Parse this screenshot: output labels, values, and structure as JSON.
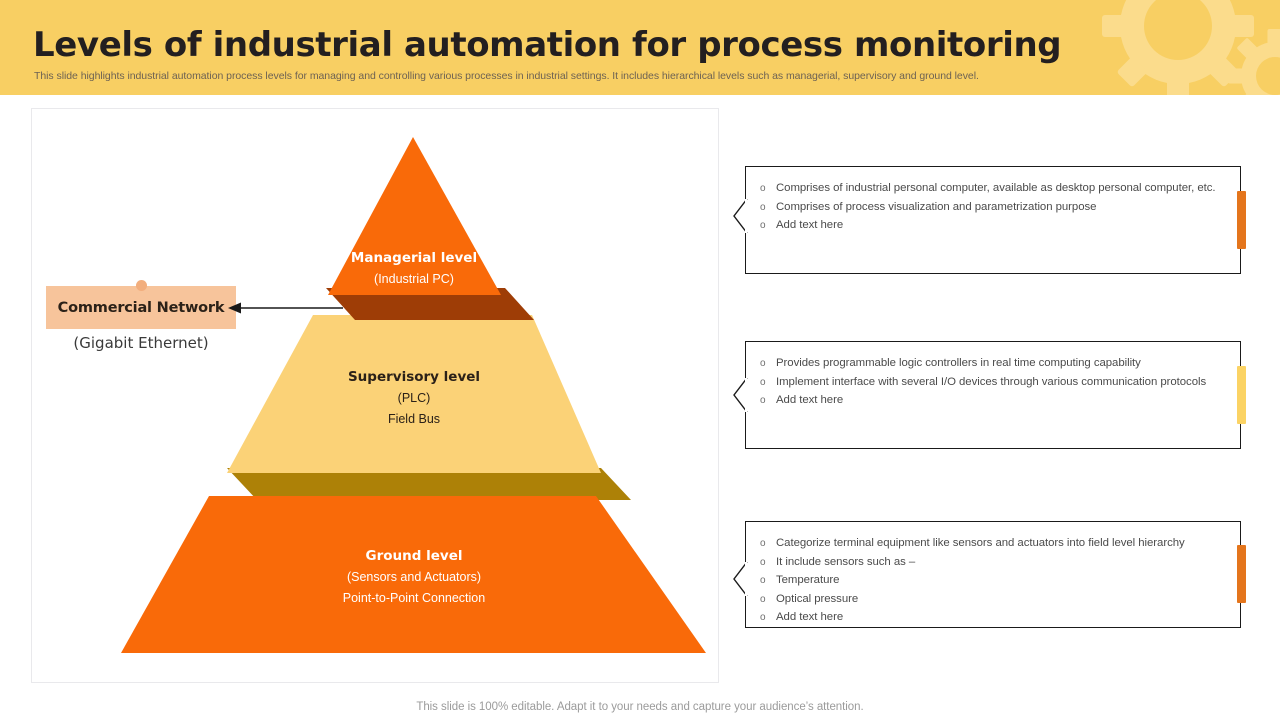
{
  "header": {
    "title": "Levels of industrial automation for process monitoring",
    "subtitle": "This slide highlights industrial automation process levels for managing and controlling various processes in industrial settings. It includes hierarchical levels such as managerial, supervisory and ground level.",
    "background_color": "#F8CF63",
    "gear_color": "#FBDC8C"
  },
  "pyramid": {
    "levels": [
      {
        "id": "managerial",
        "title": "Managerial level",
        "sub1": "(Industrial  PC)",
        "sub2": "",
        "fill": "#F96A09",
        "shadow": "#9E3D06",
        "text_color": "#ffffff"
      },
      {
        "id": "supervisory",
        "title": "Supervisory level",
        "sub1": "(PLC)",
        "sub2": "Field Bus",
        "fill": "#FBD277",
        "shadow": "#AD8107",
        "text_color": "#2b2118"
      },
      {
        "id": "ground",
        "title": "Ground level",
        "sub1": "(Sensors and Actuators)",
        "sub2": "Point-to-Point  Connection",
        "fill": "#F96A09",
        "shadow": "#F96A09",
        "text_color": "#ffffff"
      }
    ]
  },
  "callout": {
    "label": "Commercial Network",
    "sublabel": "(Gigabit Ethernet)",
    "box_color": "#F7C49B",
    "handle_color": "#F2AE7D",
    "arrow_color": "#1a1a1a"
  },
  "info_boxes": [
    {
      "id": "managerial-details",
      "accent_color": "#E4751C",
      "bullets": [
        "Comprises of industrial personal computer, available as desktop personal computer, etc.",
        "Comprises of process visualization and parametrization purpose",
        "Add text here"
      ]
    },
    {
      "id": "supervisory-details",
      "accent_color": "#FBD364",
      "bullets": [
        "Provides programmable logic controllers in real time computing capability",
        "Implement interface with several I/O  devices through various communication protocols",
        "Add text here"
      ]
    },
    {
      "id": "ground-details",
      "accent_color": "#E4751C",
      "bullets": [
        "Categorize terminal equipment like sensors and actuators into field level hierarchy",
        "It include sensors such as –",
        "Temperature",
        "Optical pressure",
        "Add text here"
      ]
    }
  ],
  "footer": {
    "note": "This slide is 100% editable. Adapt it to your needs and capture your audience’s attention."
  }
}
